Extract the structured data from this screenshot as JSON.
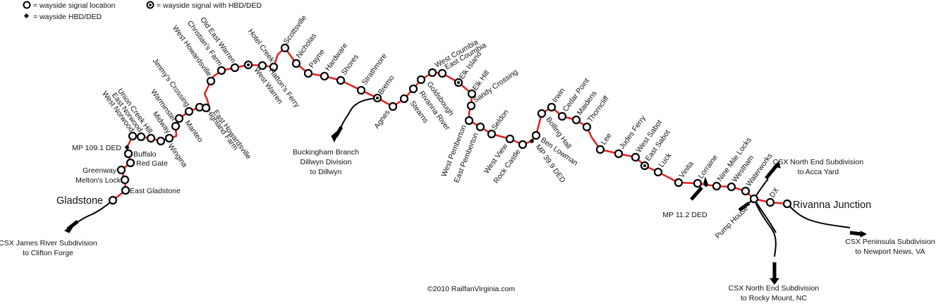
{
  "legend": {
    "signal": "= wayside signal location",
    "signal_hbd": "= wayside signal with HBD/DED",
    "hbd": "= wayside HBD/DED"
  },
  "colors": {
    "main_line": "#e0201c",
    "branch_line": "#000000",
    "marker_fill": "#ffffff",
    "marker_stroke": "#000000"
  },
  "stations": [
    {
      "name": "Gladstone",
      "icon": "signal-icon"
    },
    {
      "name": "East Gladstone",
      "icon": "signal-icon"
    },
    {
      "name": "Melton's Lock",
      "icon": "signal-icon"
    },
    {
      "name": "Greenway",
      "icon": "signal-icon"
    },
    {
      "name": "Red Gate",
      "icon": "signal-icon"
    },
    {
      "name": "Buffalo",
      "icon": "signal-icon"
    },
    {
      "name": "MP 109.1 DED",
      "icon": "hbd-icon"
    },
    {
      "name": "West Norwood",
      "icon": "signal-icon"
    },
    {
      "name": "East Norwood",
      "icon": "signal-icon"
    },
    {
      "name": "Union Creek Hill",
      "icon": "signal-icon"
    },
    {
      "name": "Wingina",
      "icon": "signal-icon"
    },
    {
      "name": "Midway",
      "icon": "signal-icon"
    },
    {
      "name": "Warminster",
      "icon": "signal-icon"
    },
    {
      "name": "Manteo",
      "icon": "signal-icon"
    },
    {
      "name": "Jimmy's Crossing",
      "icon": "signal-icon"
    },
    {
      "name": "Highland Farm",
      "icon": "signal-icon"
    },
    {
      "name": "East Howardsville",
      "icon": "signal-icon"
    },
    {
      "name": "West Howardsville",
      "icon": "signal-icon"
    },
    {
      "name": "Christian's Farm",
      "icon": "signal-icon"
    },
    {
      "name": "West Warren",
      "icon": "signal-hbd-icon"
    },
    {
      "name": "Old East Warren",
      "icon": "signal-icon"
    },
    {
      "name": "Hatton's Ferry",
      "icon": "signal-icon"
    },
    {
      "name": "Hotel Creek",
      "icon": "signal-icon"
    },
    {
      "name": "Scottsville",
      "icon": "signal-icon"
    },
    {
      "name": "Nicholas",
      "icon": "signal-icon"
    },
    {
      "name": "Payne",
      "icon": "signal-icon"
    },
    {
      "name": "Hardware",
      "icon": "signal-icon"
    },
    {
      "name": "Shores",
      "icon": "signal-icon"
    },
    {
      "name": "Strathmore",
      "icon": "signal-icon"
    },
    {
      "name": "Bremo",
      "icon": "signal-hbd-icon"
    },
    {
      "name": "Agnes",
      "icon": "signal-icon"
    },
    {
      "name": "Stearns",
      "icon": "signal-icon"
    },
    {
      "name": "Rivanna River",
      "icon": "signal-icon"
    },
    {
      "name": "Goldsbough",
      "icon": "signal-icon"
    },
    {
      "name": "West Coumbia",
      "icon": "signal-icon"
    },
    {
      "name": "East Coumbia",
      "icon": "signal-icon"
    },
    {
      "name": "Elk Island",
      "icon": "signal-hbd-icon"
    },
    {
      "name": "Elk Hill",
      "icon": "signal-icon"
    },
    {
      "name": "Sandy Crossing",
      "icon": "signal-icon"
    },
    {
      "name": "West Pemberton",
      "icon": "signal-icon"
    },
    {
      "name": "East Pemberton",
      "icon": "signal-icon"
    },
    {
      "name": "Seldon",
      "icon": "signal-icon"
    },
    {
      "name": "West View",
      "icon": "signal-icon"
    },
    {
      "name": "Rock Castle",
      "icon": "signal-icon"
    },
    {
      "name": "MP 39.9 DED",
      "icon": "hbd-icon"
    },
    {
      "name": "Ben Lowman",
      "icon": "signal-icon"
    },
    {
      "name": "Bolling Hall",
      "icon": "signal-icon"
    },
    {
      "name": "Irwin",
      "icon": "signal-icon"
    },
    {
      "name": "Cedar Point",
      "icon": "signal-icon"
    },
    {
      "name": "Maidens",
      "icon": "signal-icon"
    },
    {
      "name": "Thorncliff",
      "icon": "signal-icon"
    },
    {
      "name": "Lee",
      "icon": "signal-icon"
    },
    {
      "name": "Judes Ferry",
      "icon": "signal-icon"
    },
    {
      "name": "West Sabot",
      "icon": "signal-icon"
    },
    {
      "name": "East Sabot",
      "icon": "signal-hbd-icon"
    },
    {
      "name": "Luck",
      "icon": "signal-icon"
    },
    {
      "name": "Vinita",
      "icon": "signal-icon"
    },
    {
      "name": "Lorraine",
      "icon": "signal-icon"
    },
    {
      "name": "MP 11.2 DED",
      "icon": "hbd-icon"
    },
    {
      "name": "Nine Mile Locks",
      "icon": "signal-icon"
    },
    {
      "name": "Westham",
      "icon": "signal-icon"
    },
    {
      "name": "Waterworks",
      "icon": "signal-icon"
    },
    {
      "name": "Pump House",
      "icon": "signal-icon"
    },
    {
      "name": "DX",
      "icon": "signal-icon"
    },
    {
      "name": "Rivanna Junction",
      "icon": "signal-icon"
    }
  ],
  "branches": {
    "james_river": [
      "CSX James River Subdivision",
      "to Clifton Forge"
    ],
    "buckingham": [
      "Buckingham Branch",
      "Dillwyn Division",
      "to Dillwyn"
    ],
    "north_end_acca": [
      "CSX North End Subdivision",
      "to Acca Yard"
    ],
    "peninsula": [
      "CSX Peninsula Subdivision",
      "to Newport News, VA"
    ],
    "north_end_rocky": [
      "CSX North End Subdivision",
      "to Rocky Mount, NC"
    ]
  },
  "credit": "©2010 RailfanVirginia.com"
}
